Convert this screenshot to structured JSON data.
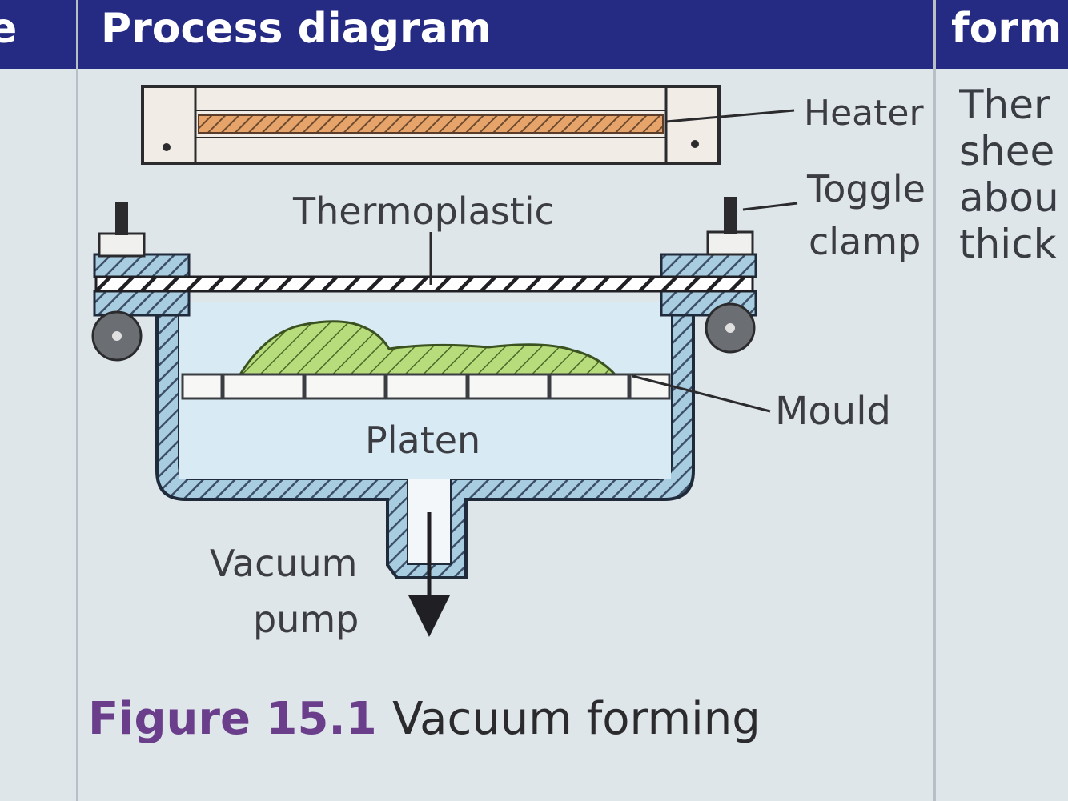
{
  "header": {
    "left_fragment": "e",
    "title": "Process diagram",
    "right_fragment": "form"
  },
  "diagram": {
    "labels": {
      "heater": "Heater",
      "toggle": "Toggle",
      "clamp": "clamp",
      "thermoplastic": "Thermoplastic",
      "mould": "Mould",
      "platen": "Platen",
      "vacuum": "Vacuum",
      "pump": "pump"
    },
    "colors": {
      "duct_blue": "#a9cde0",
      "mould_green": "#b7dc7c",
      "heater_orange": "#e6a46a",
      "inside_blue": "#d8ebf4"
    }
  },
  "right_column": [
    "Ther",
    "shee",
    "abou",
    "thick"
  ],
  "caption": {
    "number": "Figure 15.1",
    "text": "Vacuum forming"
  }
}
